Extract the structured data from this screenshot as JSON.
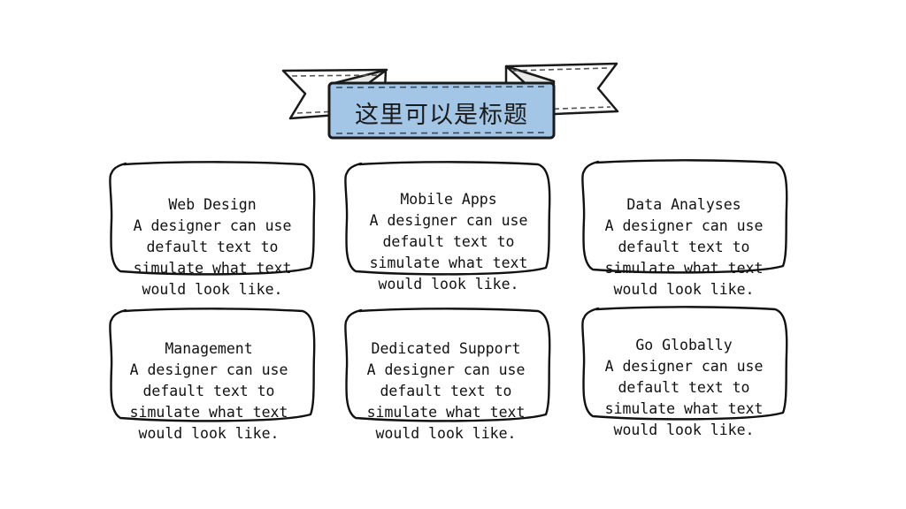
{
  "banner": {
    "title": "这里可以是标题",
    "fill_color": "#a4c6e6",
    "stroke_color": "#222222"
  },
  "cards": [
    {
      "title": "Web Design",
      "body": "A designer can use default text to simulate what text would look like."
    },
    {
      "title": "Mobile Apps",
      "body": "A designer can use default text to simulate what text would look like."
    },
    {
      "title": "Data Analyses",
      "body": "A designer can use default text to simulate what text would look like."
    },
    {
      "title": "Management",
      "body": "A designer can use default text to simulate what text would look like."
    },
    {
      "title": "Dedicated Support",
      "body": "A designer can use default text to simulate what text would look like."
    },
    {
      "title": "Go Globally",
      "body": "A designer can use default text to simulate what text would look like."
    }
  ]
}
